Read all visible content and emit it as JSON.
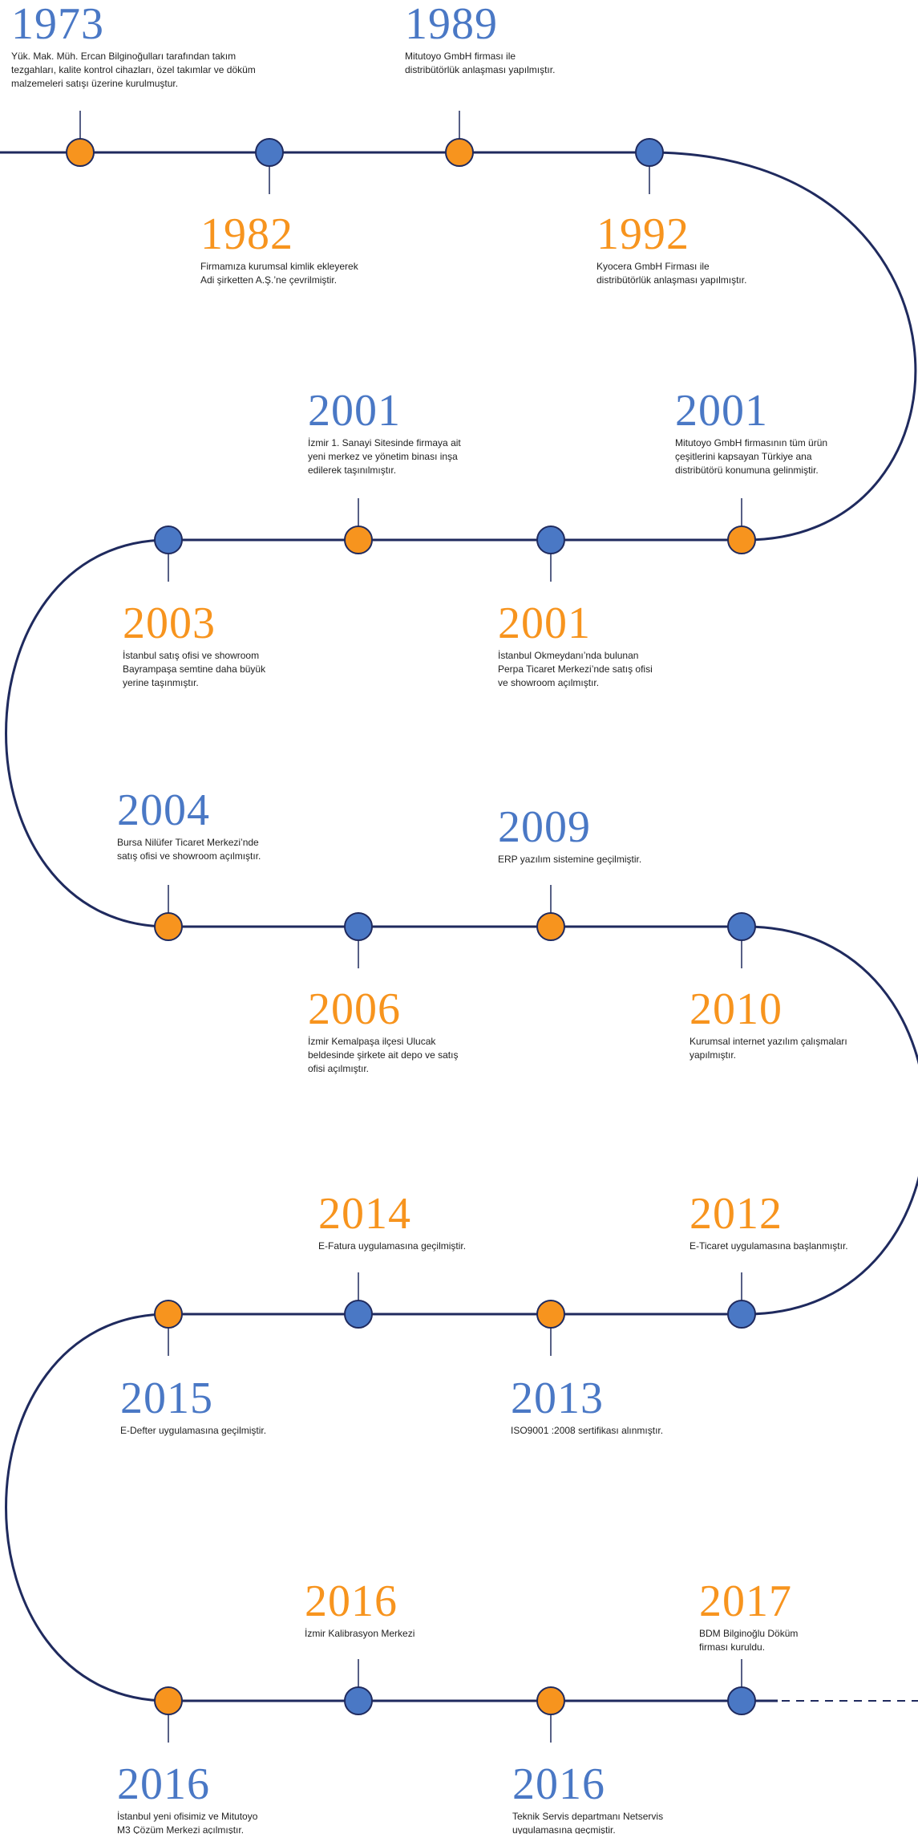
{
  "colors": {
    "orange": "#F7941E",
    "blue": "#4A78C5",
    "line": "#1F2A5E"
  },
  "events": [
    {
      "year": "1973",
      "color": "orange-year",
      "text": "Yük. Mak. Müh. Ercan Bilginoğulları tarafından takım\ntezgahları, kalite kontrol cihazları, özel takımlar ve döküm\nmalzemeleri satışı üzerine kurulmuştur."
    },
    {
      "year": "1982",
      "text": "Firmamıza kurumsal kimlik ekleyerek\nAdi şirketten A.Ş.’ne çevrilmiştir."
    },
    {
      "year": "1989",
      "text": "Mitutoyo GmbH firması ile\ndistribütörlük anlaşması yapılmıştır."
    },
    {
      "year": "1992",
      "text": "Kyocera GmbH Firması ile\ndistribütörlük anlaşması yapılmıştır."
    },
    {
      "year": "2001",
      "text": "Mitutoyo GmbH firmasının tüm ürün\nçeşitlerini kapsayan Türkiye ana\ndistribütörü konumuna gelinmiştir."
    },
    {
      "year": "2001",
      "text": "İstanbul Okmeydanı’nda bulunan\nPerpa Ticaret Merkezi’nde satış ofisi\nve showroom açılmıştır."
    },
    {
      "year": "2001",
      "text": "İzmir 1. Sanayi Sitesinde firmaya ait\nyeni merkez ve yönetim binası inşa\nedilerek taşınılmıştır."
    },
    {
      "year": "2003",
      "text": "İstanbul satış ofisi ve showroom\nBayrampaşa semtine daha büyük\nyerine taşınmıştır."
    },
    {
      "year": "2004",
      "text": "Bursa Nilüfer Ticaret Merkezi’nde\nsatış ofisi ve showroom açılmıştır."
    },
    {
      "year": "2006",
      "text": "İzmir Kemalpaşa ilçesi Ulucak\nbeldesinde şirkete ait depo ve satış\nofisi açılmıştır."
    },
    {
      "year": "2009",
      "text": "ERP yazılım sistemine geçilmiştir."
    },
    {
      "year": "2010",
      "text": "Kurumsal internet yazılım çalışmaları\nyapılmıştır."
    },
    {
      "year": "2012",
      "text": "E-Ticaret uygulamasına başlanmıştır."
    },
    {
      "year": "2013",
      "text": "ISO9001 :2008 sertifikası alınmıştır."
    },
    {
      "year": "2014",
      "text": "E-Fatura uygulamasına geçilmiştir."
    },
    {
      "year": "2015",
      "text": "E-Defter uygulamasına geçilmiştir."
    },
    {
      "year": "2016",
      "text": "İstanbul yeni ofisimiz ve Mitutoyo\nM3 Çözüm Merkezi açılmıştır."
    },
    {
      "year": "2016",
      "text": "İzmir Kalibrasyon Merkezi"
    },
    {
      "year": "2016",
      "text": "Teknik Servis departmanı Netservis\nuygulamasına geçmiştir."
    },
    {
      "year": "2017",
      "text": "BDM Bilginoğlu Döküm\nfirması kuruldu."
    }
  ]
}
